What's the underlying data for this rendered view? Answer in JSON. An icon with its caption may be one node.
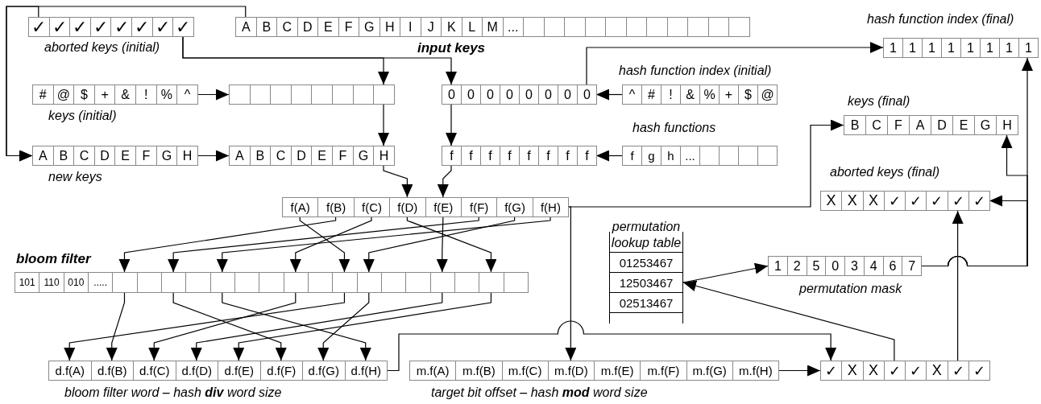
{
  "diagram": {
    "nodes": [
      {
        "text": [
          "✓",
          "✓",
          "✓",
          "✓",
          "✓",
          "✓",
          "✓",
          "✓"
        ],
        "beside": [
          "aborted keys (initial)"
        ]
      },
      {
        "text": [
          "A",
          "B",
          "C",
          "D",
          "E",
          "F",
          "G",
          "H",
          "I",
          "J",
          "K",
          "L",
          "M",
          "..."
        ],
        "beside": [
          "input keys"
        ]
      },
      {
        "text": [
          "#",
          "@",
          "$",
          "+",
          "&",
          "!",
          "%",
          "^"
        ],
        "beside": [
          "keys (initial)"
        ]
      },
      {
        "text": [],
        "shape": "box"
      },
      {
        "text": [
          "0",
          "0",
          "0",
          "0",
          "0",
          "0",
          "0",
          "0"
        ]
      },
      {
        "text": [
          "^",
          "#",
          "!",
          "&",
          "%",
          "+",
          "$",
          "@"
        ],
        "beside": [
          "hash function index (initial)"
        ]
      },
      {
        "text": [
          "1",
          "1",
          "1",
          "1",
          "1",
          "1",
          "1",
          "1"
        ],
        "beside": [
          "hash function index (final)"
        ]
      },
      {
        "text": [
          "A",
          "B",
          "C",
          "D",
          "E",
          "F",
          "G",
          "H"
        ],
        "beside": [
          "new keys"
        ]
      },
      {
        "text": [
          "A",
          "B",
          "C",
          "D",
          "E",
          "F",
          "G",
          "H"
        ]
      },
      {
        "text": [
          "f",
          "f",
          "f",
          "f",
          "f",
          "f",
          "f",
          "f"
        ]
      },
      {
        "text": [
          "f",
          "g",
          "h",
          "..."
        ],
        "beside": [
          "hash functions"
        ]
      },
      {
        "text": [
          "B",
          "C",
          "F",
          "A",
          "D",
          "E",
          "G",
          "H"
        ],
        "beside": [
          "keys (final)"
        ]
      },
      {
        "text": [
          "f(A)",
          "f(B)",
          "f(C)",
          "f(D)",
          "f(E)",
          "f(F)",
          "f(G)",
          "f(H)"
        ]
      },
      {
        "text": [
          "X",
          "X",
          "X",
          "✓",
          "✓",
          "✓",
          "✓",
          "✓"
        ],
        "beside": [
          "aborted keys (final)"
        ]
      },
      {
        "text": [
          "101",
          "110",
          "010",
          "....."
        ],
        "beside": [
          "bloom filter"
        ]
      },
      {
        "text": [
          "permutation lookup table",
          "01253467",
          "12503467",
          "02513467"
        ]
      },
      {
        "text": [
          "1",
          "2",
          "5",
          "0",
          "3",
          "4",
          "6",
          "7"
        ],
        "beside": [
          "permutation mask"
        ]
      },
      {
        "text": [
          "d.f(A)",
          "d.f(B)",
          "d.f(C)",
          "d.f(D)",
          "d.f(E)",
          "d.f(F)",
          "d.f(G)",
          "d.f(H)"
        ],
        "beside": [
          "bloom filter word – hash **div** word size"
        ]
      },
      {
        "text": [
          "m.f(A)",
          "m.f(B)",
          "m.f(C)",
          "m.f(D)",
          "m.f(E)",
          "m.f(F)",
          "m.f(G)",
          "m.f(H)"
        ],
        "beside": [
          "target bit offset – hash **mod** word size"
        ]
      },
      {
        "text": [
          "✓",
          "X",
          "X",
          "✓",
          "✓",
          "X",
          "✓",
          "✓"
        ]
      }
    ],
    "edges": [
      {
        "from": 1,
        "to": 7,
        "arrow": "to"
      },
      {
        "from": 0,
        "to": 7,
        "arrow": "to"
      },
      {
        "from": 0,
        "to": 3,
        "arrow": "to"
      },
      {
        "from": 0,
        "to": 4,
        "arrow": "to"
      },
      {
        "from": 2,
        "to": 3,
        "arrow": "to"
      },
      {
        "from": 5,
        "to": 4,
        "arrow": "to"
      },
      {
        "from": 4,
        "to": 6,
        "arrow": "to"
      },
      {
        "from": 7,
        "to": 8,
        "arrow": "to"
      },
      {
        "from": 3,
        "to": 8,
        "arrow": "to"
      },
      {
        "from": 4,
        "to": 9,
        "arrow": "to"
      },
      {
        "from": 10,
        "to": 9,
        "arrow": "to"
      },
      {
        "from": 8,
        "to": 12,
        "arrow": "to"
      },
      {
        "from": 9,
        "to": 12,
        "arrow": "to"
      },
      {
        "from": 12,
        "to": 11,
        "arrow": "to"
      },
      {
        "from": 12,
        "to": 18,
        "arrow": "to"
      },
      {
        "from": 12,
        "to": 14,
        "arrow": "to"
      },
      {
        "from": 12,
        "to": 14,
        "arrow": "to"
      },
      {
        "from": 12,
        "to": 14,
        "arrow": "to"
      },
      {
        "from": 12,
        "to": 14,
        "arrow": "to"
      },
      {
        "from": 12,
        "to": 14,
        "arrow": "to"
      },
      {
        "from": 12,
        "to": 14,
        "arrow": "to"
      },
      {
        "from": 12,
        "to": 14,
        "arrow": "to"
      },
      {
        "from": 12,
        "to": 14,
        "arrow": "to"
      },
      {
        "from": 14,
        "to": 17,
        "arrow": "to"
      },
      {
        "from": 14,
        "to": 17,
        "arrow": "to"
      },
      {
        "from": 14,
        "to": 17,
        "arrow": "to"
      },
      {
        "from": 14,
        "to": 17,
        "arrow": "to"
      },
      {
        "from": 14,
        "to": 17,
        "arrow": "to"
      },
      {
        "from": 14,
        "to": 17,
        "arrow": "to"
      },
      {
        "from": 14,
        "to": 17,
        "arrow": "to"
      },
      {
        "from": 14,
        "to": 17,
        "arrow": "to"
      },
      {
        "from": 17,
        "to": 19,
        "arrow": "to"
      },
      {
        "from": 18,
        "to": 19,
        "arrow": "to"
      },
      {
        "from": 19,
        "to": 15,
        "arrow": "to"
      },
      {
        "from": 15,
        "to": 16,
        "arrow": "to"
      },
      {
        "from": 16,
        "to": 6,
        "arrow": "to"
      },
      {
        "from": 16,
        "to": 13,
        "arrow": "to"
      },
      {
        "from": 16,
        "to": 11,
        "arrow": "to"
      },
      {
        "from": 19,
        "to": 13,
        "arrow": "to"
      }
    ]
  }
}
